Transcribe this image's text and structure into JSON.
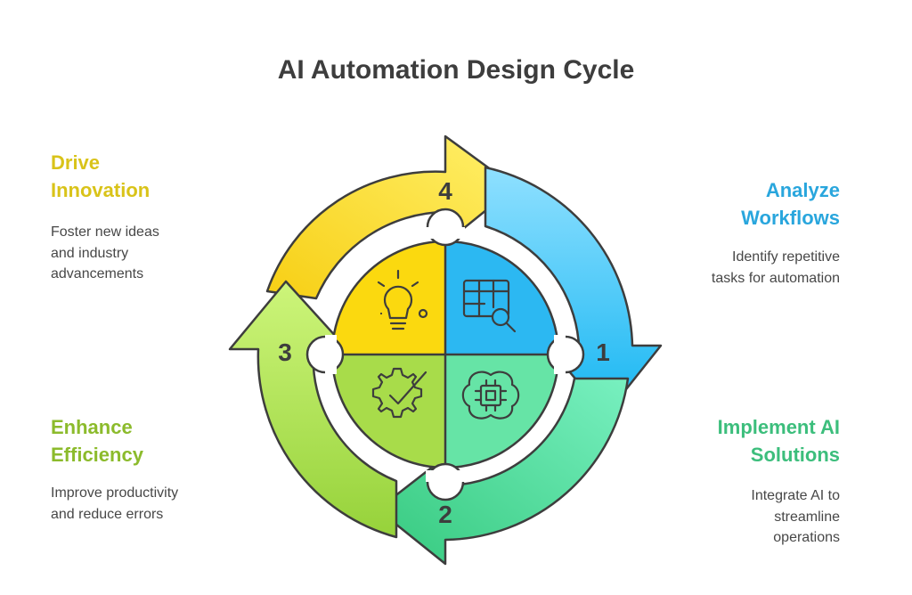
{
  "title": "AI Automation Design Cycle",
  "steps": [
    {
      "number": "1",
      "title_line1": "Analyze",
      "title_line2": "Workflows",
      "desc_line1": "Identify repetitive",
      "desc_line2": "tasks for automation",
      "desc_line3": "",
      "color": "#29a6dd",
      "icon": "table-search-icon"
    },
    {
      "number": "2",
      "title_line1": "Implement AI",
      "title_line2": "Solutions",
      "desc_line1": "Integrate AI to",
      "desc_line2": "streamline",
      "desc_line3": "operations",
      "color": "#3cbe7c",
      "icon": "brain-chip-icon"
    },
    {
      "number": "3",
      "title_line1": "Enhance",
      "title_line2": "Efficiency",
      "desc_line1": "Improve productivity",
      "desc_line2": "and reduce errors",
      "desc_line3": "",
      "color": "#8cbb2c",
      "icon": "gear-check-icon"
    },
    {
      "number": "4",
      "title_line1": "Drive",
      "title_line2": "Innovation",
      "desc_line1": "Foster new ideas",
      "desc_line2": "and industry",
      "desc_line3": "advancements",
      "color": "#d9c319",
      "icon": "lightbulb-icon"
    }
  ]
}
